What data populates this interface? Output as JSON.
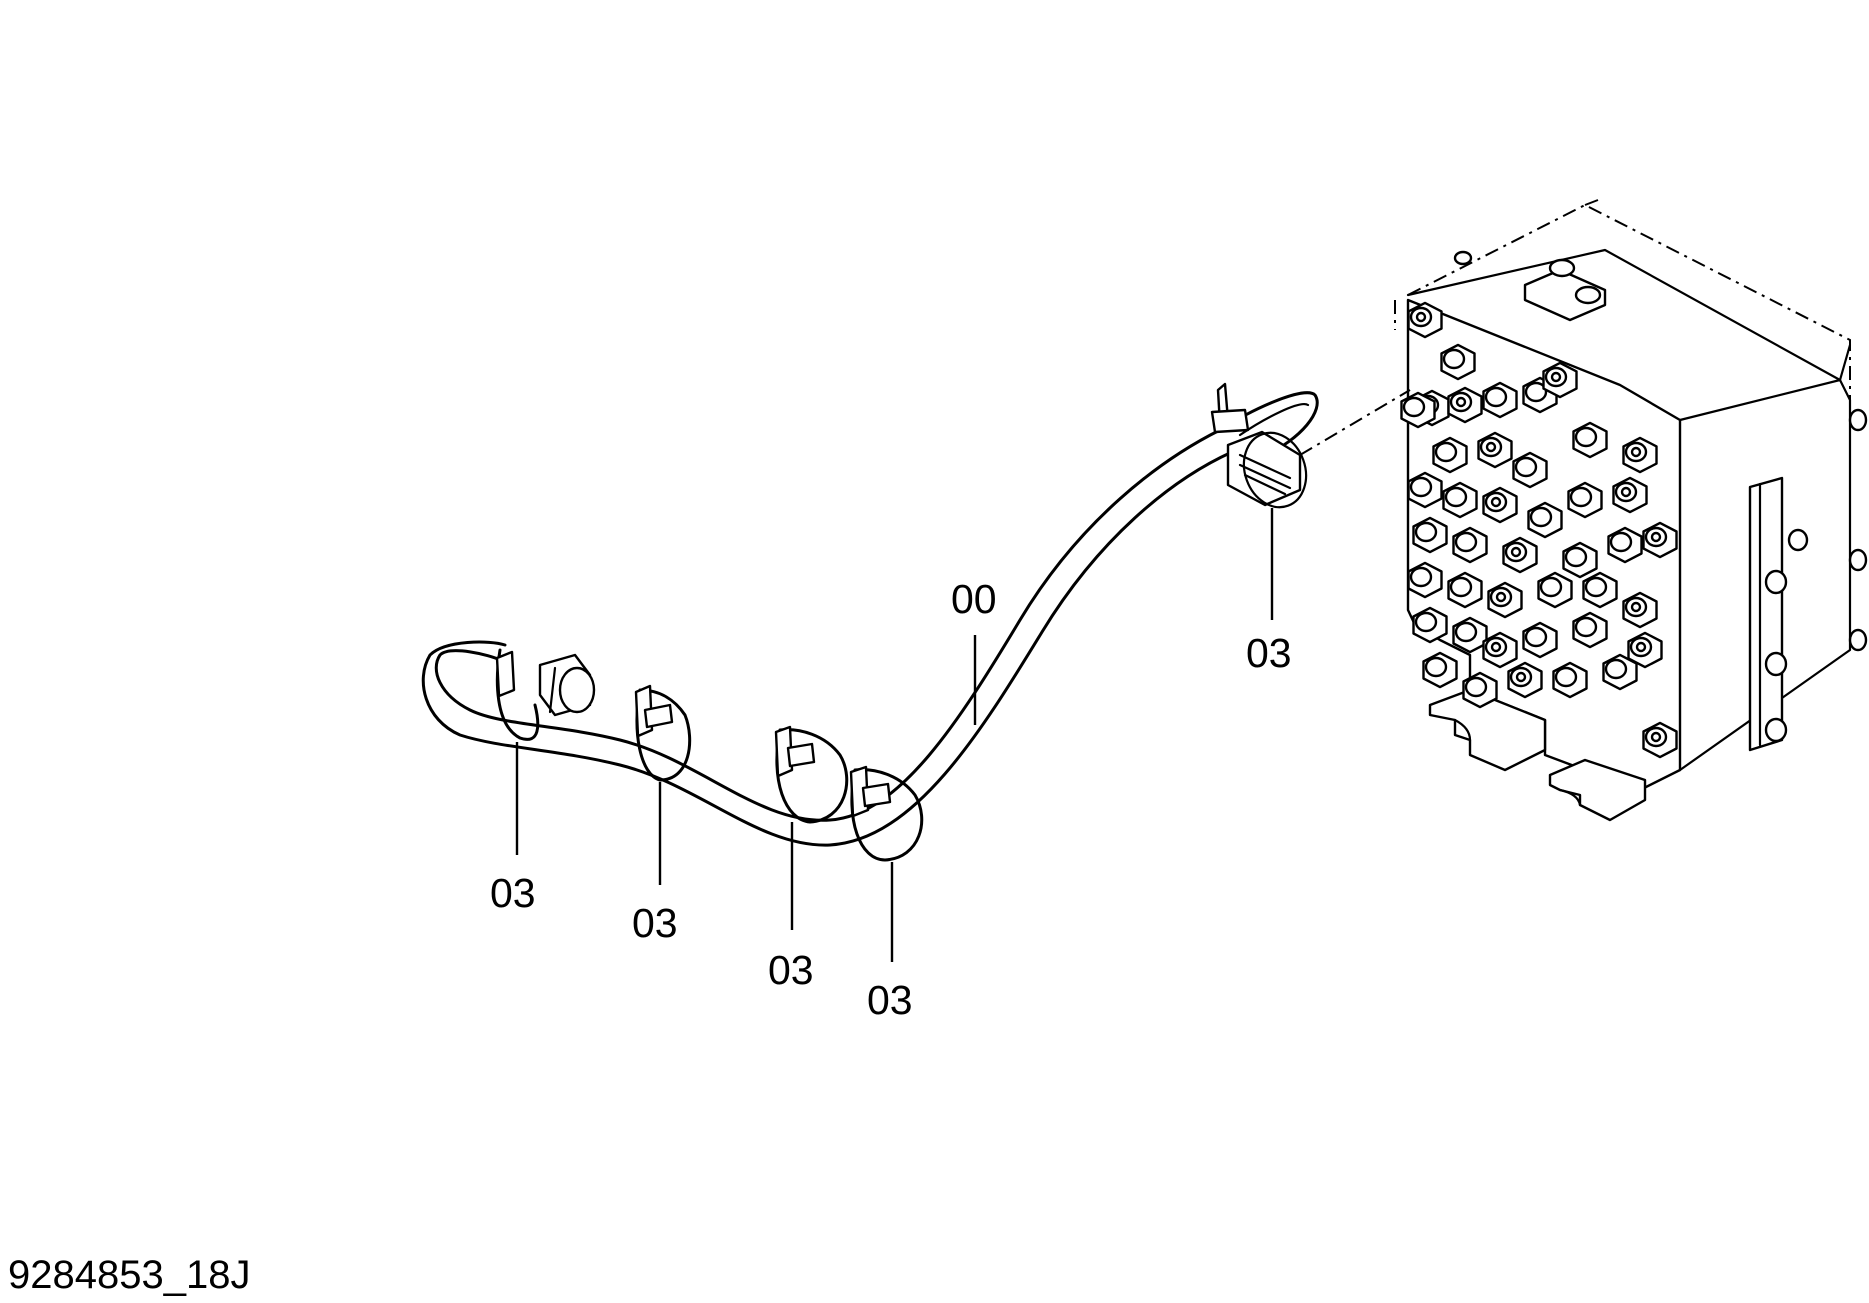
{
  "drawing_id": "9284853_18J",
  "callouts": [
    {
      "id": "main-harness",
      "text": "00"
    },
    {
      "id": "clip-at-valve",
      "text": "03"
    },
    {
      "id": "clip-1",
      "text": "03"
    },
    {
      "id": "clip-2",
      "text": "03"
    },
    {
      "id": "clip-3",
      "text": "03"
    },
    {
      "id": "clip-4",
      "text": "03"
    }
  ]
}
